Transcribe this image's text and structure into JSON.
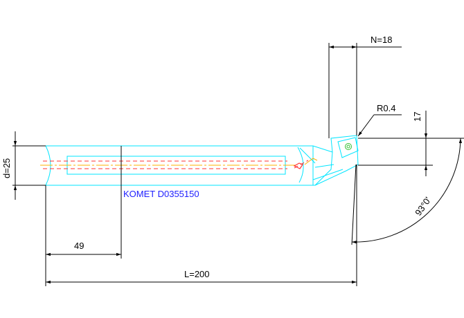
{
  "drawing": {
    "tool_label": "KOMET D0355150",
    "dimensions": {
      "diameter": "d=25",
      "overall_length": "L=200",
      "insert_position": "49",
      "offset_n": "N=18",
      "height": "17",
      "corner_radius": "R0.4",
      "angle": "93°0'"
    }
  },
  "colors": {
    "background": "#ffffff",
    "dimension_lines": "#000000",
    "tool_outline": "#00e5ff",
    "centerline": "#ff3030",
    "axis_line": "#ffb000",
    "label": "#2020ff",
    "insert_detail": "#30c030"
  }
}
